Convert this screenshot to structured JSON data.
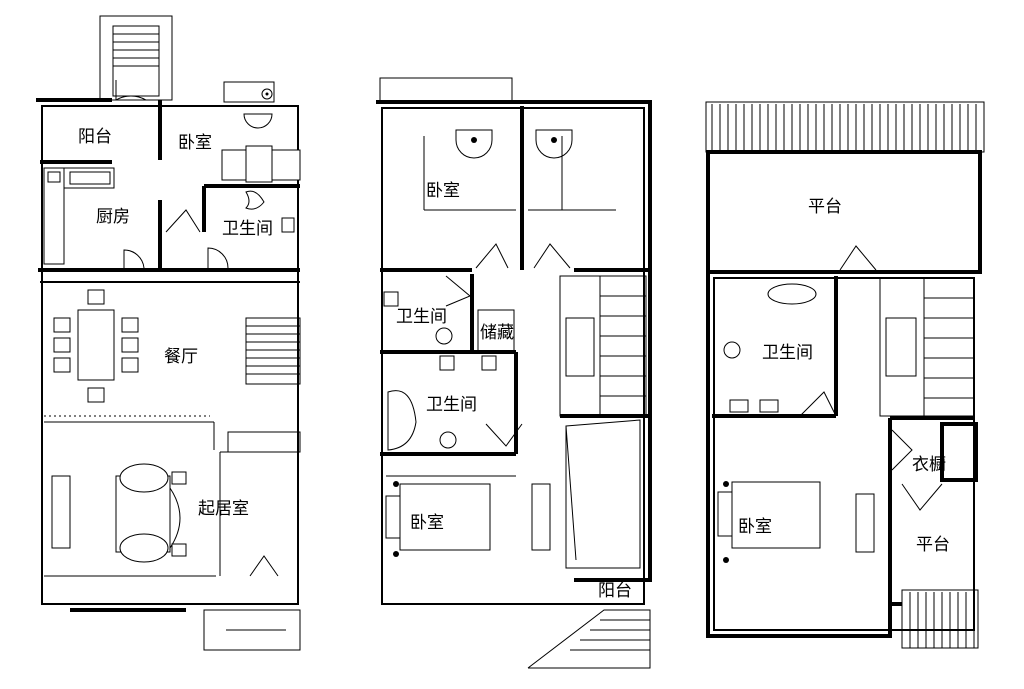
{
  "floor_plans": [
    {
      "rooms": [
        {
          "id": "balcony",
          "label": "阳台"
        },
        {
          "id": "bedroom",
          "label": "卧室"
        },
        {
          "id": "kitchen",
          "label": "厨房"
        },
        {
          "id": "bathroom",
          "label": "卫生间"
        },
        {
          "id": "dining",
          "label": "餐厅"
        },
        {
          "id": "living",
          "label": "起居室"
        }
      ]
    },
    {
      "rooms": [
        {
          "id": "bedroom-top",
          "label": "卧室"
        },
        {
          "id": "bathroom-small",
          "label": "卫生间"
        },
        {
          "id": "storage",
          "label": "储藏"
        },
        {
          "id": "bathroom-large",
          "label": "卫生间"
        },
        {
          "id": "bedroom-bottom",
          "label": "卧室"
        },
        {
          "id": "balcony",
          "label": "阳台"
        }
      ]
    },
    {
      "rooms": [
        {
          "id": "terrace-top",
          "label": "平台"
        },
        {
          "id": "bathroom",
          "label": "卫生间"
        },
        {
          "id": "wardrobe",
          "label": "衣橱"
        },
        {
          "id": "bedroom",
          "label": "卧室"
        },
        {
          "id": "terrace-bottom",
          "label": "平台"
        }
      ]
    }
  ]
}
